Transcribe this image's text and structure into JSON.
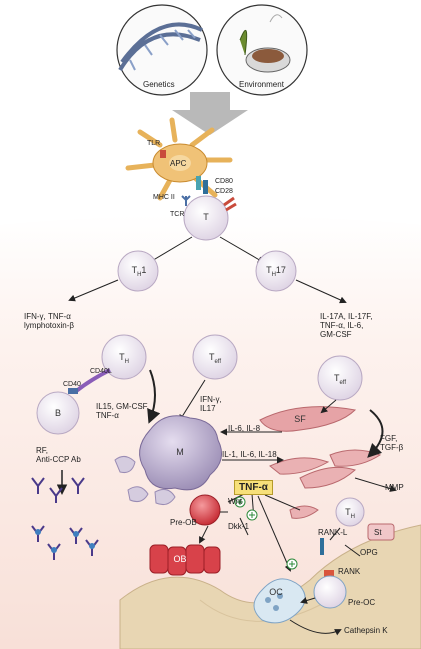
{
  "top": {
    "genetics": "Genetics",
    "environment": "Environment"
  },
  "apc": {
    "apc": "APC",
    "tlr": "TLR",
    "mhc2": "MHC II",
    "tcr": "TCR",
    "cd80": "CD80",
    "cd28": "CD28",
    "t": "T"
  },
  "th1": {
    "label_main": "T",
    "label_sub": "H",
    "label_num": "1"
  },
  "th17": {
    "label_main": "T",
    "label_sub": "H",
    "label_num": "17"
  },
  "left_cytokines": [
    "IFN-γ, TNF-α",
    "lymphotoxin-β"
  ],
  "right_cytokines": [
    "IL-17A, IL-17F,",
    "TNF-α, IL-6,",
    "GM-CSF"
  ],
  "cells": {
    "th_left_main": "T",
    "th_left_sub": "H",
    "teff_mid_main": "T",
    "teff_mid_sub": "eff",
    "teff_right_main": "T",
    "teff_right_sub": "eff",
    "b": "B",
    "m": "M",
    "sf": "SF",
    "th_small_main": "T",
    "th_small_sub": "H",
    "st": "St",
    "ob": "OB",
    "oc": "OC"
  },
  "labels": {
    "cd40l": "CD40L",
    "cd40": "CD40",
    "il15": [
      "IL15, GM-CSF,",
      "TNF-α"
    ],
    "ifn_il17": [
      "IFN-γ,",
      "IL17"
    ],
    "il6_il8": "IL-6, IL-8",
    "il1_il6_il18": "IL-1, IL-6, IL-18",
    "fgf": [
      "FGF,",
      "TGF-β"
    ],
    "rf": [
      "RF,",
      "Anti-CCP Ab"
    ],
    "tnf": "TNF-α",
    "mmp": "MMP",
    "wnt": "Wnt",
    "pre_ob": "Pre-OB",
    "dkk": "Dkk-1",
    "rankl": "RANK-L",
    "opg": "OPG",
    "rank": "RANK",
    "pre_oc": "Pre-OC",
    "cathepsin": "Cathepsin K"
  },
  "colors": {
    "cell_fill": "#ece6ef",
    "cell_stroke": "#b9a9c3",
    "macrophage": "#b7a9cc",
    "synovial": "#e6a3a6",
    "bone": "#e8d6b3",
    "ob_red": "#d8424a",
    "bg_pink": "#fbe9e4",
    "arrow_gray": "#b5b5b5"
  }
}
